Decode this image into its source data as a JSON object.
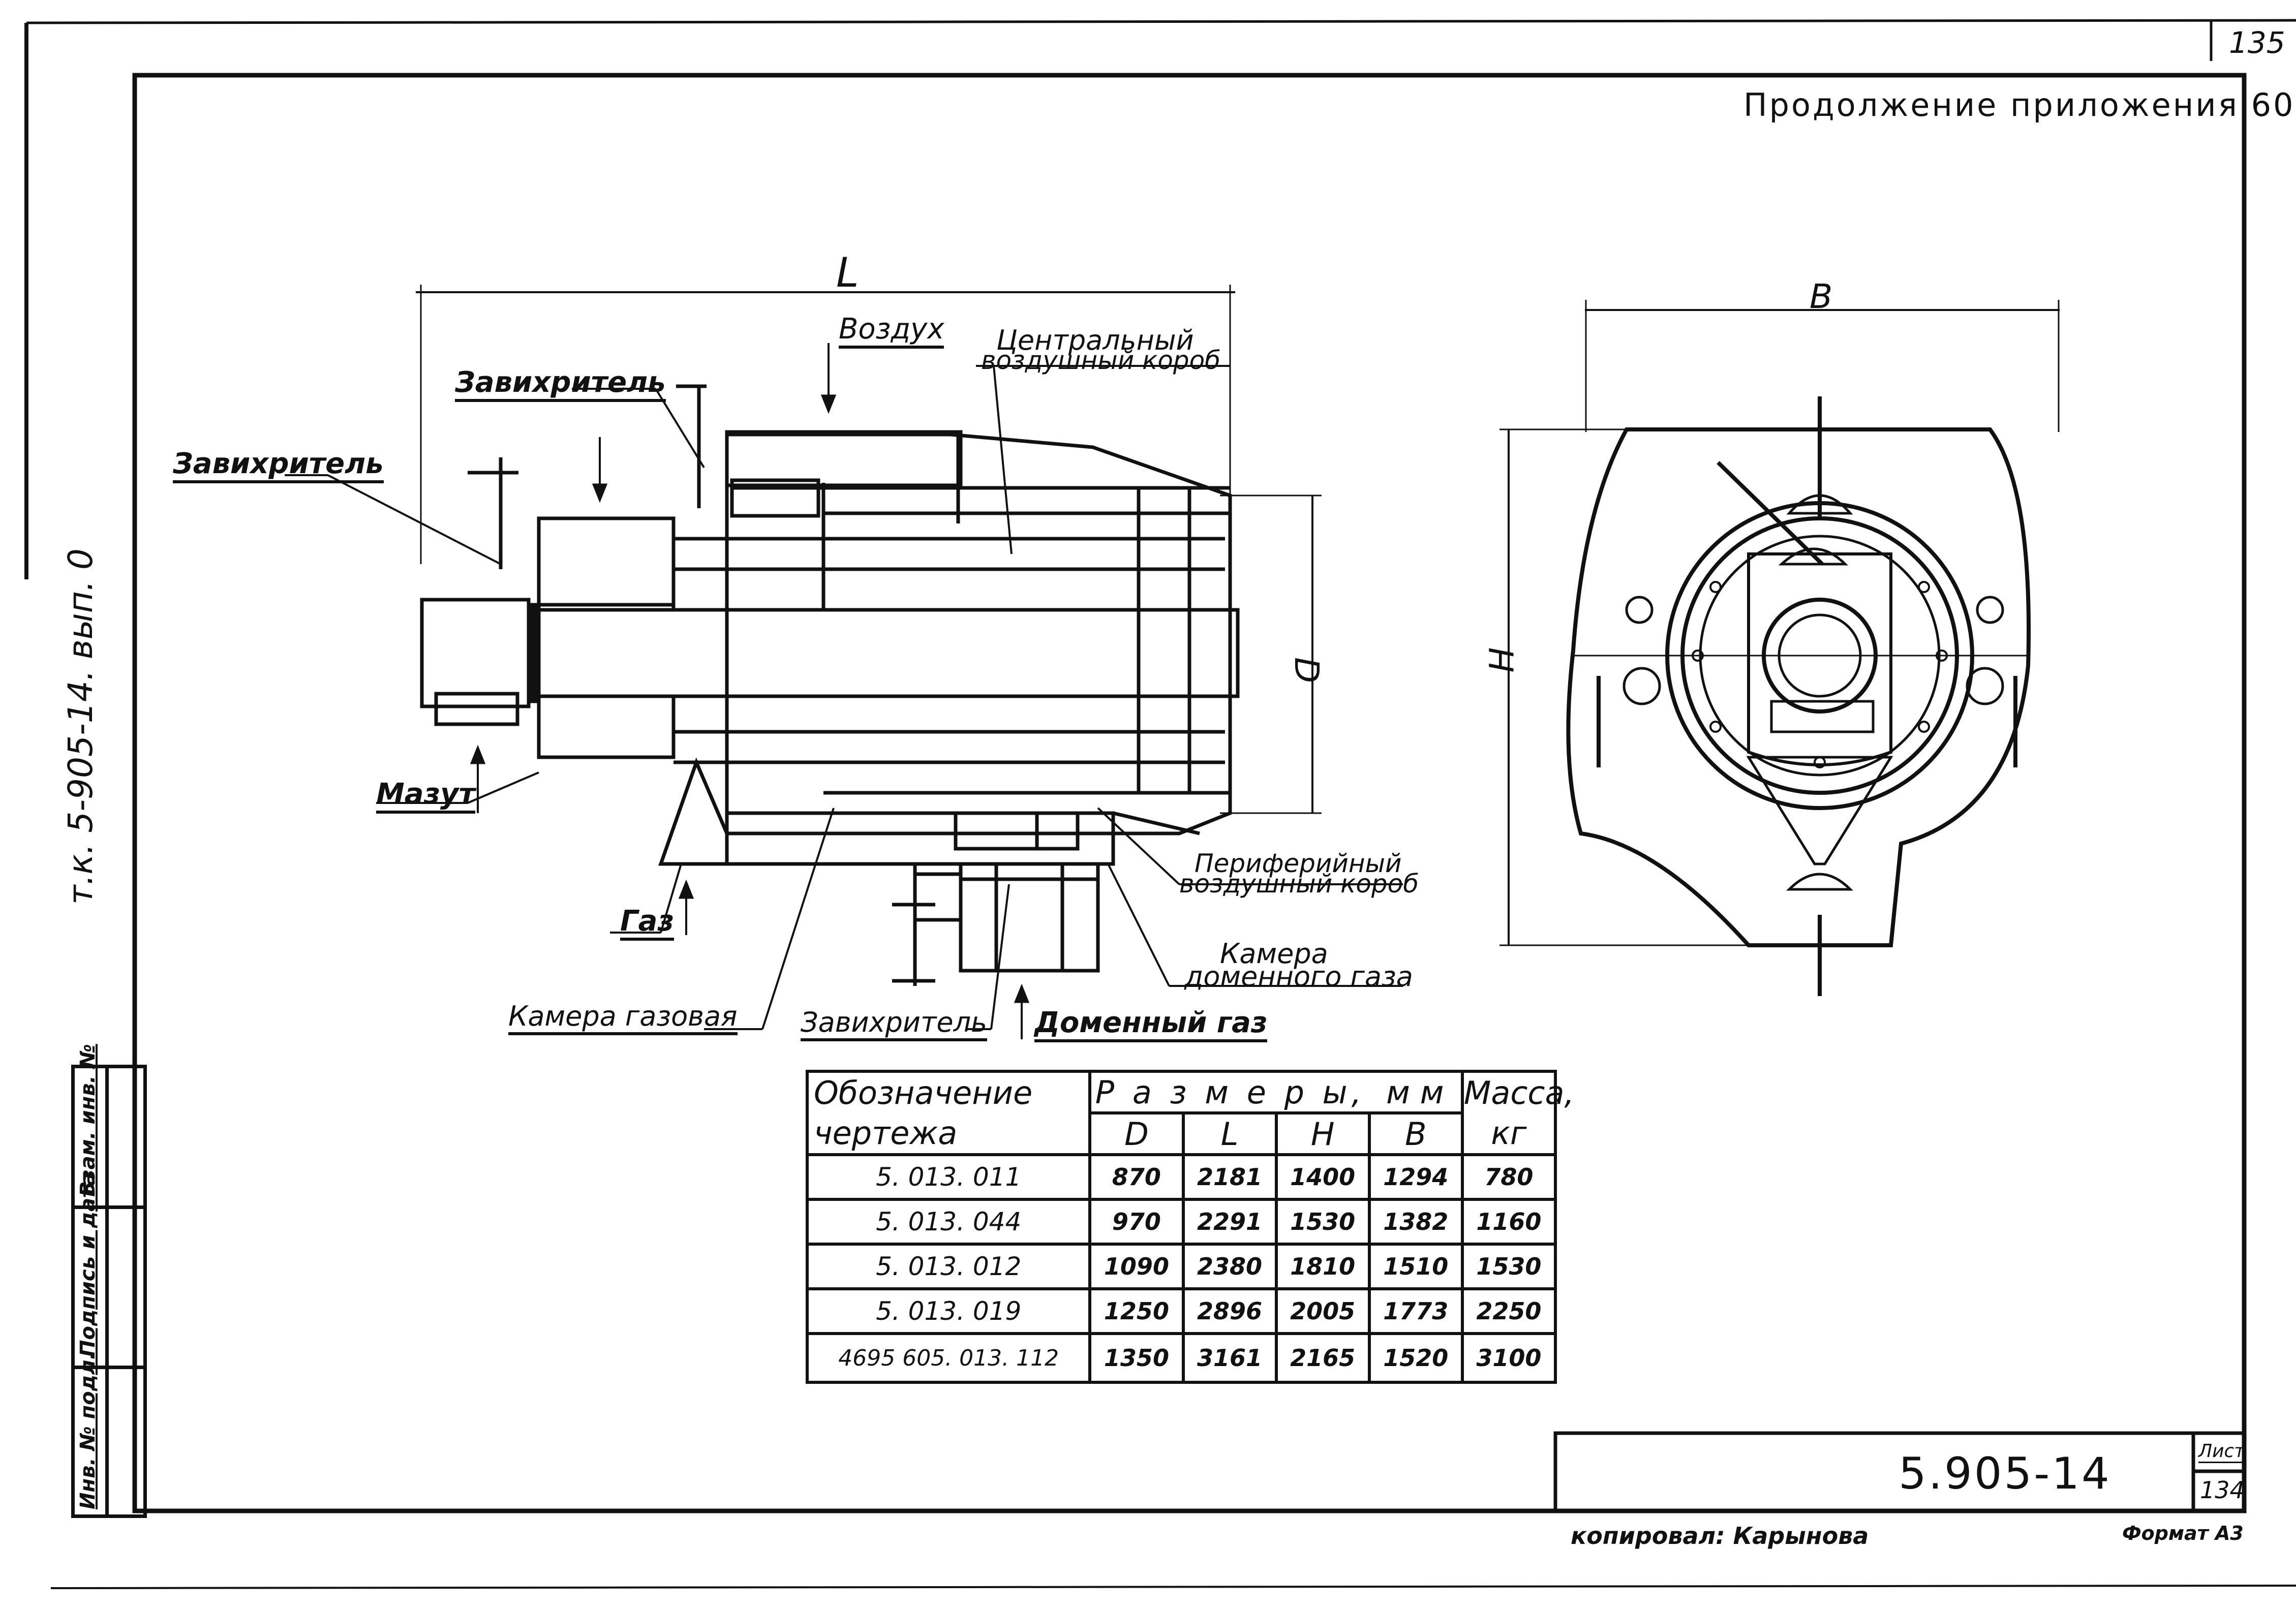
{
  "sheet": {
    "top_page_number": "135",
    "header": "Продолжение приложения 60",
    "side_label": "т.к. 5-905-14. вып. 0",
    "document_code": "5.905-14",
    "sheet_label": "Лист",
    "sheet_number": "134",
    "copied_by": "копировал: Карынова",
    "format": "Формат А3"
  },
  "side_stamp": {
    "cells": [
      "Инв. № подл.",
      "Подпись и дата",
      "Взам. инв. №"
    ]
  },
  "drawing_labels": {
    "dim_L": "L",
    "dim_B": "B",
    "dim_D": "D",
    "dim_H": "H",
    "air": "Воздух",
    "central_air_box_1": "Центральный",
    "central_air_box_2": "воздушный короб",
    "swirler_top": "Завихритель",
    "swirler_left": "Завихритель",
    "fuel_oil": "Мазут",
    "gas": "Газ",
    "peripheral_air_box_1": "Периферийный",
    "peripheral_air_box_2": "воздушный короб",
    "bottom_gas_chamber_1": "Камера",
    "bottom_gas_chamber_2": "доменного газа",
    "gas_chamber": "Камера газовая",
    "swirler_bottom": "Завихритель",
    "blast_furnace_gas": "Доменный газ"
  },
  "table": {
    "header_designation_1": "Обозначение",
    "header_designation_2": "чертежа",
    "header_sizes": "Р а з м е р ы,",
    "header_unit": "м м",
    "header_mass_1": "Масса,",
    "header_mass_2": "кг",
    "columns": [
      "D",
      "L",
      "H",
      "B"
    ],
    "rows": [
      {
        "code": "5. 013. 011",
        "D": "870",
        "L": "2181",
        "H": "1400",
        "B": "1294",
        "mass": "780"
      },
      {
        "code": "5. 013. 044",
        "D": "970",
        "L": "2291",
        "H": "1530",
        "B": "1382",
        "mass": "1160"
      },
      {
        "code": "5. 013. 012",
        "D": "1090",
        "L": "2380",
        "H": "1810",
        "B": "1510",
        "mass": "1530"
      },
      {
        "code": "5. 013. 019",
        "D": "1250",
        "L": "2896",
        "H": "2005",
        "B": "1773",
        "mass": "2250"
      },
      {
        "code": "4695 605. 013. 112",
        "D": "1350",
        "L": "3161",
        "H": "2165",
        "B": "1520",
        "mass": "3100"
      }
    ]
  }
}
